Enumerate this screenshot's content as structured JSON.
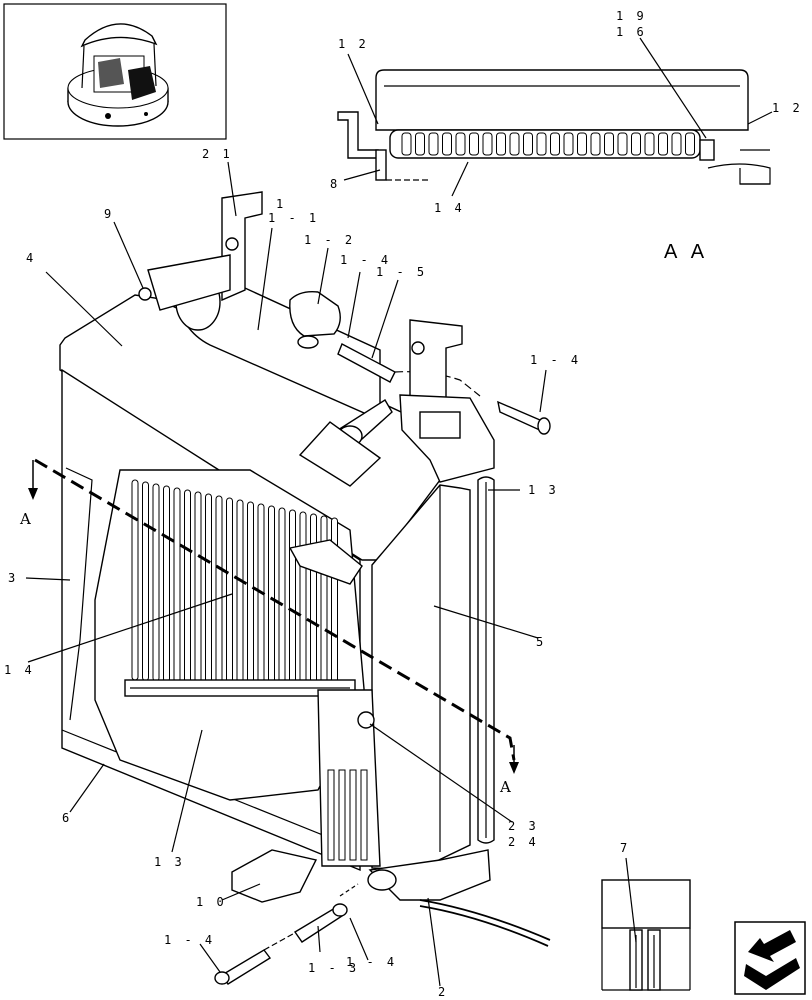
{
  "callouts": {
    "c21": "2 1",
    "c1": "1",
    "c1_1": "1 - 1",
    "c9": "9",
    "c1_2": "1 - 2",
    "c4": "4",
    "c1_4_top": "1 - 4",
    "c1_5": "1 - 5",
    "c1_4_right": "1 - 4",
    "c13_right": "1 3",
    "c3": "3",
    "c5": "5",
    "c14_left": "1 4",
    "c6": "6",
    "c13_bottom": "1 3",
    "c23": "2 3",
    "c24": "2 4",
    "c10": "1 0",
    "c1_4_bl": "1 - 4",
    "c1_3": "1 - 3",
    "c1_4_bm": "1 - 4",
    "c2": "2",
    "c7": "7",
    "c12_left": "1 2",
    "c19": "1 9",
    "c16": "1 6",
    "c12_right": "1 2",
    "c8": "8",
    "c14_top": "1 4"
  },
  "section_label": "A A",
  "section_marker_left": "A",
  "section_marker_right": "A",
  "icons": {
    "thumbnail": "machine-overview-thumbnail",
    "nav": "next-page-arrow-icon"
  }
}
